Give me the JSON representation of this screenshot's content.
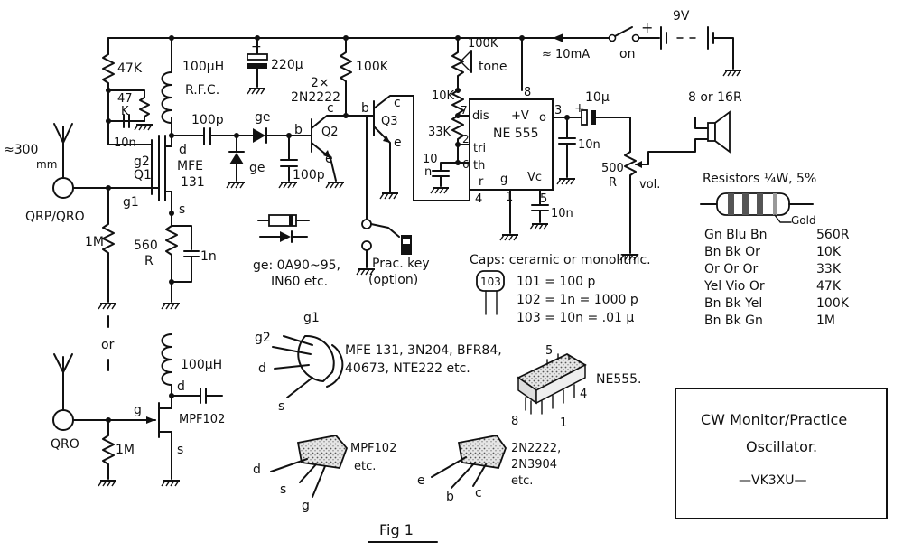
{
  "figure": {
    "caption": "Fig 1",
    "title_box": {
      "line1": "CW Monitor/Practice",
      "line2": "Oscillator.",
      "author": "—VK3XU—"
    }
  },
  "power": {
    "battery": "9V",
    "current": "≈ 10mA",
    "switch_label": "on",
    "plus": "+"
  },
  "antenna": {
    "length_line1": "≈300",
    "length_line2": "mm",
    "input_label": "QRP/QRO",
    "alt_input_label": "QRO",
    "or": "or"
  },
  "components": {
    "r_47k_top": "47K",
    "r_47k_k": "47",
    "r_47k_k2": "K",
    "c_10n_bypass": "10n",
    "r_1m": "1M",
    "r_560": "560",
    "r_560_unit": "R",
    "c_1n": "1n",
    "l_rfc_val": "100μH",
    "l_rfc": "R.F.C.",
    "c_220u": "220μ",
    "c_100p_coupling": "100p",
    "diode_ge1": "ge",
    "diode_ge2": "ge",
    "c_100p_shunt": "100p",
    "q2_note_1": "2×",
    "q2_note_2": "2N2222",
    "r_100k_base": "100K",
    "r_100k_tone": "100K",
    "tone": "tone",
    "r_10k": "10K",
    "r_33k": "33K",
    "c_10n_timing": "10",
    "c_10n_timing_u": "n",
    "c_10n_out": "10n",
    "c_10u": "10μ",
    "r_500": "500",
    "r_500_u": "R",
    "vol": "vol.",
    "speaker": "8 or 16R",
    "c_10n_ctrl": "10n",
    "l_100u_lower": "100μH",
    "r_1m_lower": "1M"
  },
  "q1": {
    "name": "Q1",
    "type_1": "MFE",
    "type_2": "131",
    "g1": "g1",
    "g2": "g2",
    "d": "d",
    "s": "s"
  },
  "q2": {
    "name": "Q2",
    "b": "b",
    "c": "c",
    "e": "e"
  },
  "q3": {
    "name": "Q3",
    "b": "b",
    "c": "c",
    "e": "e"
  },
  "mpf": {
    "name": "MPF102",
    "g": "g",
    "d": "d",
    "s": "s"
  },
  "ic": {
    "name": "NE 555",
    "pin_dis": "dis",
    "pin_v": "+V",
    "pin_o": "o",
    "pin_tri": "tri",
    "pin_th": "th",
    "pin_r": "r",
    "pin_g": "g",
    "pin_vc": "Vc",
    "n8": "8",
    "n7": "7",
    "n2": "2",
    "n6": "6",
    "n4": "4",
    "n1": "1",
    "n5": "5",
    "n3": "3"
  },
  "notes": {
    "ge_types_1": "ge: 0A90~95,",
    "ge_types_2": "IN60 etc.",
    "prac_key_1": "Prac. key",
    "prac_key_2": "(option)",
    "caps_title": "Caps: ceramic or monolithic.",
    "cap_code": "103",
    "cap_line1": "101 = 100 p",
    "cap_line2": "102 = 1n  =  1000 p",
    "cap_line3": "103 = 10n  =  .01 μ"
  },
  "resistors_key": {
    "title": "Resistors ¼W, 5%",
    "gold": "Gold",
    "rows": [
      {
        "bands": "Gn Blu Bn",
        "value": "560R"
      },
      {
        "bands": "Bn Bk Or",
        "value": "10K"
      },
      {
        "bands": "Or Or Or",
        "value": "33K"
      },
      {
        "bands": "Yel Vio Or",
        "value": "47K"
      },
      {
        "bands": "Bn Bk Yel",
        "value": "100K"
      },
      {
        "bands": "Bn Bk Gn",
        "value": "1M"
      }
    ]
  },
  "pinouts": {
    "mfe_types_1": "MFE 131, 3N204, BFR84,",
    "mfe_types_2": "40673, NTE222 etc.",
    "mfe_g1": "g1",
    "mfe_g2": "g2",
    "mfe_d": "d",
    "mfe_s": "s",
    "mpf_label_1": "MPF102",
    "mpf_label_2": "etc.",
    "mpf_d": "d",
    "mpf_s": "s",
    "mpf_g": "g",
    "npn_label_1": "2N2222,",
    "npn_label_2": "2N3904",
    "npn_label_3": "etc.",
    "npn_e": "e",
    "npn_b": "b",
    "npn_c": "c",
    "ic_label": "NE555.",
    "ic_5": "5",
    "ic_4": "4",
    "ic_8": "8",
    "ic_1": "1"
  }
}
